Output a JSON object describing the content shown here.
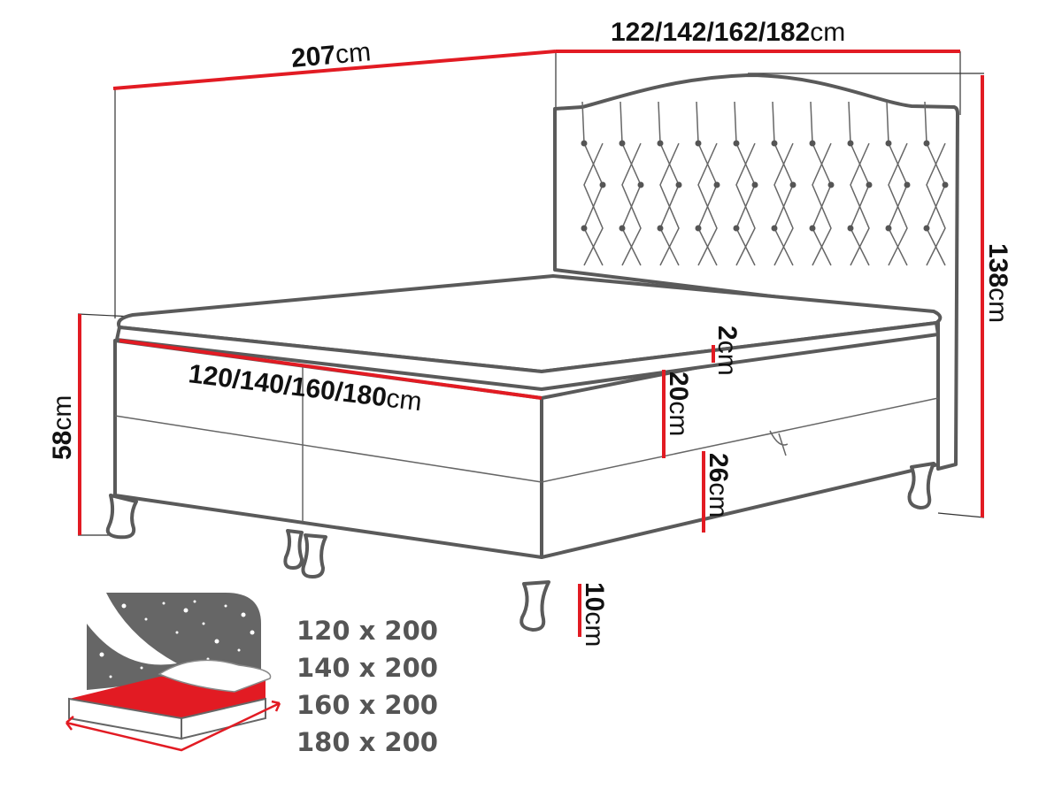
{
  "dimensions": {
    "length": {
      "value": "207",
      "unit": "cm"
    },
    "total_width": {
      "value": "122/142/162/182",
      "unit": "cm"
    },
    "total_height": {
      "value": "138",
      "unit": "cm"
    },
    "bed_height": {
      "value": "58",
      "unit": "cm"
    },
    "mattress_width": {
      "value": "120/140/160/180",
      "unit": "cm"
    },
    "topper_height": {
      "value": "2",
      "unit": "cm"
    },
    "mattress_height": {
      "value": "20",
      "unit": "cm"
    },
    "base_height": {
      "value": "26",
      "unit": "cm"
    },
    "leg_height": {
      "value": "10",
      "unit": "cm"
    }
  },
  "sizes": [
    "120 x 200",
    "140 x 200",
    "160 x 200",
    "180 x 200"
  ],
  "colors": {
    "accent": "#e21b23",
    "outline": "#5a5a5a",
    "icon_bg": "#666666"
  }
}
